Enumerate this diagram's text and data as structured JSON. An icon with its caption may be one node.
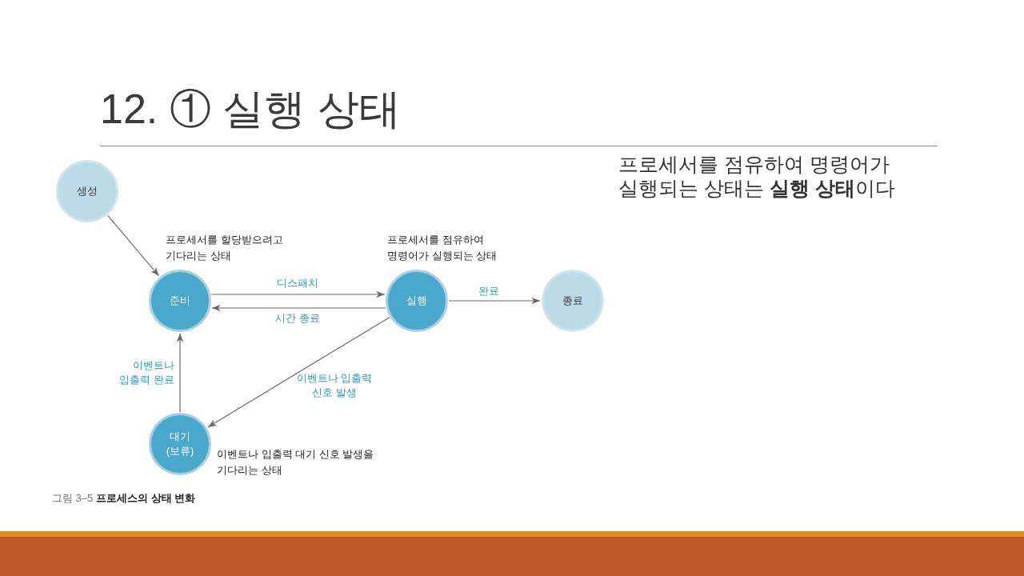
{
  "diagram": {
    "title": "12. ① 실행 상태",
    "caption": "그림 3–5 **프로세스의 상태 변화**",
    "nodes": [
      {
        "text": [
          "생성"
        ]
      },
      {
        "text": [
          "준비"
        ],
        "beside": [
          "프로세서를 할당받으려고 기다리는 상태"
        ]
      },
      {
        "text": [
          "실행"
        ],
        "beside": [
          "프로세서를 점유하여 명령어가 실행되는 상태"
        ]
      },
      {
        "text": [
          "종료"
        ]
      },
      {
        "text": [
          "대기 (보류)"
        ],
        "beside": [
          "이벤트나 입출력 대기 신호 발생을 기다리는 상태"
        ]
      }
    ],
    "edges": [
      {
        "from": 0,
        "to": 1,
        "arrow": "to"
      },
      {
        "from": 1,
        "to": 2,
        "arrow": "to",
        "label": "디스패치"
      },
      {
        "from": 2,
        "to": 1,
        "arrow": "to",
        "label": "시간 종료"
      },
      {
        "from": 2,
        "to": 3,
        "arrow": "to",
        "label": "완료"
      },
      {
        "from": 2,
        "to": 4,
        "arrow": "to",
        "label": "이벤트나 입출력 신호 발생"
      },
      {
        "from": 4,
        "to": 1,
        "arrow": "to",
        "label": "이벤트나 입출력 완료"
      }
    ],
    "labels": [
      "프로세서를 점유하여 명령어가 실행되는 상태는 **실행 상태**이다"
    ]
  }
}
